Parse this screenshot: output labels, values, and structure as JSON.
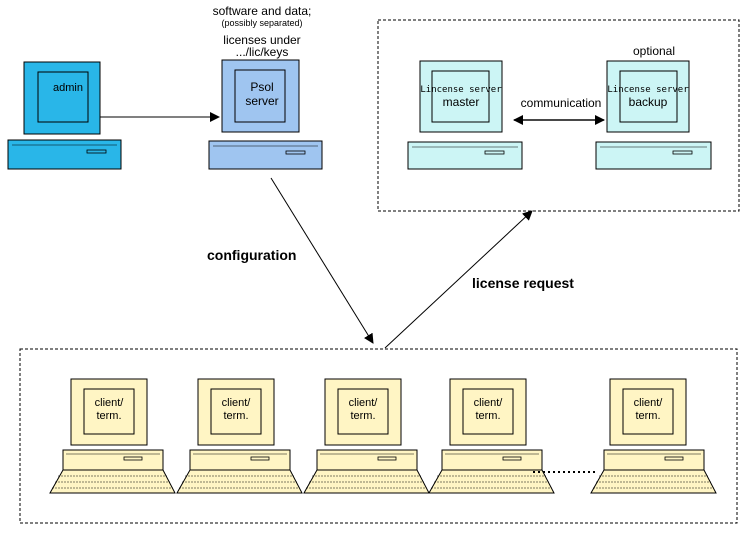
{
  "computers": {
    "admin": {
      "label_line1": "admin",
      "label_line2": "",
      "color": "#29b6e8"
    },
    "psol": {
      "label_line1": "Psol",
      "label_line2": "server",
      "color": "#9fc5f0"
    },
    "master": {
      "label_line1": "Lincense server",
      "label_line2": "master",
      "color": "#ccf5f5"
    },
    "backup": {
      "label_line1": "Lincense server",
      "label_line2": "backup",
      "color": "#ccf5f5"
    },
    "clients": [
      {
        "label_line1": "client/",
        "label_line2": "term."
      },
      {
        "label_line1": "client/",
        "label_line2": "term."
      },
      {
        "label_line1": "client/",
        "label_line2": "term."
      },
      {
        "label_line1": "client/",
        "label_line2": "term."
      },
      {
        "label_line1": "client/",
        "label_line2": "term."
      }
    ],
    "client_color": "#fff5c4"
  },
  "annotations": {
    "software_line1": "software and data;",
    "software_line2": "(possibly separated)",
    "licenses_line1": "licenses under",
    "licenses_line2": ".../lic/keys",
    "optional": "optional",
    "communication": "communication"
  },
  "flows": {
    "configuration": "configuration",
    "license_request": "license request"
  }
}
